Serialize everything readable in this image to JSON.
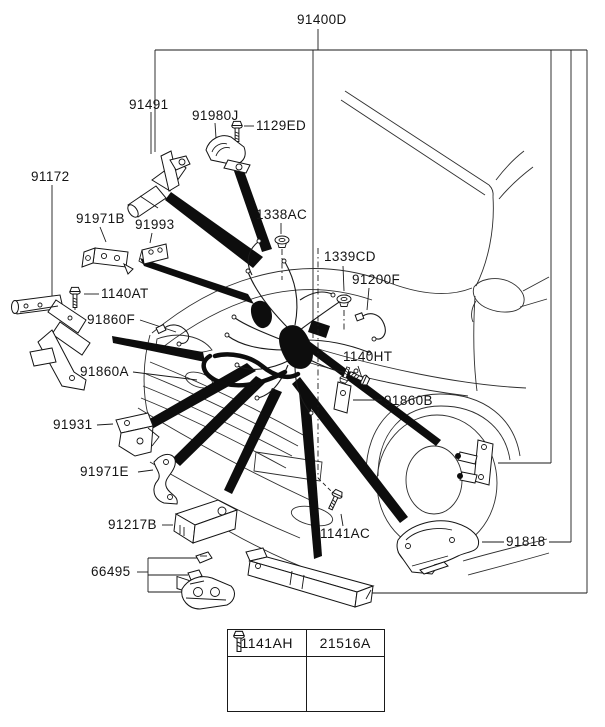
{
  "diagram": {
    "description_labels": "part number callouts",
    "part_labels": [
      {
        "code": "91400D"
      },
      {
        "code": "91491"
      },
      {
        "code": "91980J"
      },
      {
        "code": "1129ED"
      },
      {
        "code": "91172"
      },
      {
        "code": "1338AC"
      },
      {
        "code": "91971B"
      },
      {
        "code": "91993"
      },
      {
        "code": "1339CD"
      },
      {
        "code": "91200F"
      },
      {
        "code": "1140AT"
      },
      {
        "code": "91860F"
      },
      {
        "code": "1140HT"
      },
      {
        "code": "91860A"
      },
      {
        "code": "91860B"
      },
      {
        "code": "91931"
      },
      {
        "code": "91971E"
      },
      {
        "code": "91217B"
      },
      {
        "code": "1141AC"
      },
      {
        "code": "91818"
      },
      {
        "code": "66495"
      }
    ]
  },
  "fastener_table": {
    "columns": [
      {
        "code": "1141AH"
      },
      {
        "code": "21516A"
      }
    ]
  }
}
